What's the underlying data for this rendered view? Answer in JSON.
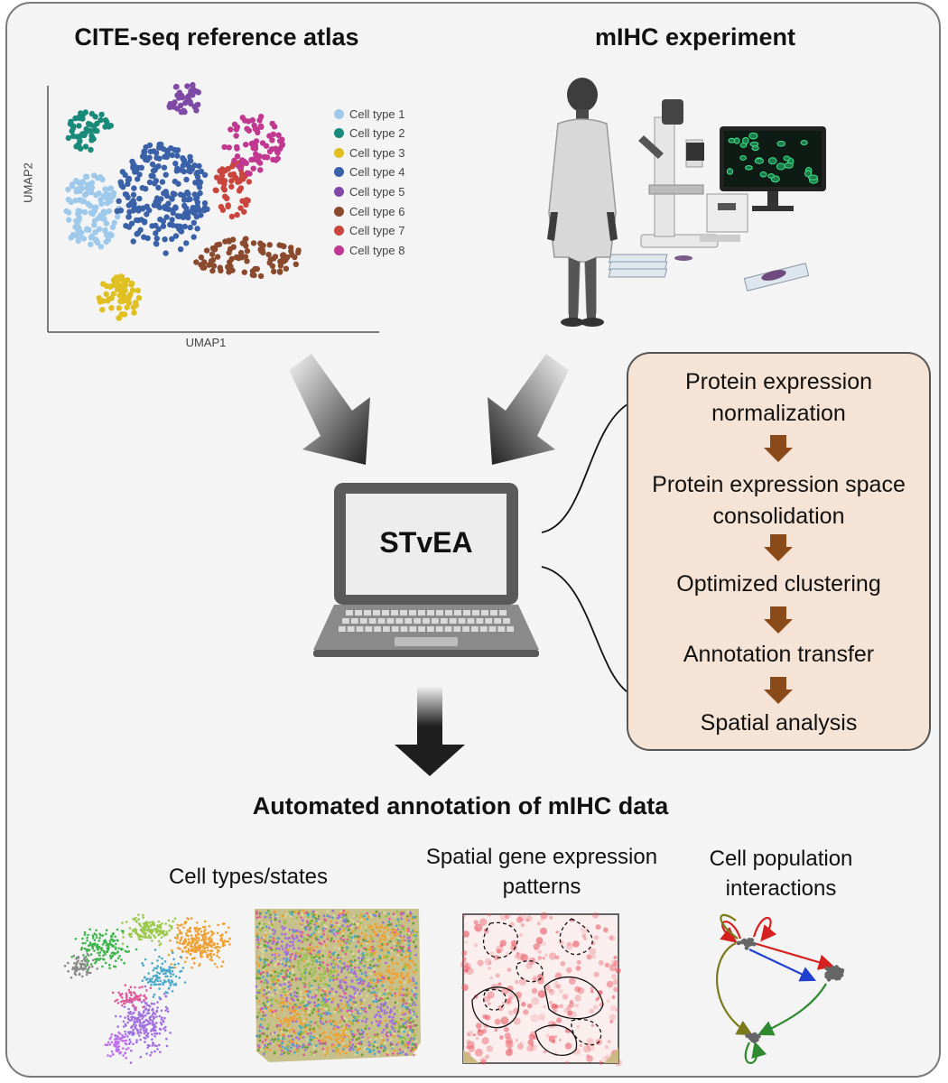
{
  "header": {
    "left_title": "CITE-seq reference atlas",
    "right_title": "mIHC experiment"
  },
  "umap": {
    "x_label": "UMAP1",
    "y_label": "UMAP2",
    "legend": [
      {
        "label": "Cell type 1",
        "color": "#9ec9ea"
      },
      {
        "label": "Cell type 2",
        "color": "#1a8a7a"
      },
      {
        "label": "Cell type 3",
        "color": "#e0c021"
      },
      {
        "label": "Cell type 4",
        "color": "#3b62a8"
      },
      {
        "label": "Cell type 5",
        "color": "#7e4aa6"
      },
      {
        "label": "Cell type 6",
        "color": "#8b4a2e"
      },
      {
        "label": "Cell type 7",
        "color": "#c9453d"
      },
      {
        "label": "Cell type 8",
        "color": "#c0388f"
      }
    ]
  },
  "laptop": {
    "label": "STvEA"
  },
  "workflow": {
    "steps": [
      "Protein expression normalization",
      "Protein expression space consolidation",
      "Optimized clustering",
      "Annotation transfer",
      "Spatial analysis"
    ],
    "arrow_color": "#8b4a1a"
  },
  "results": {
    "title": "Automated annotation of mIHC data",
    "panel_labels": [
      "Cell types/states",
      "Spatial gene expression patterns",
      "Cell population interactions"
    ]
  },
  "colors": {
    "frame_bg": "#f4f4f4",
    "workflow_bg": "#f5e3d5",
    "big_arrow": "#1e1e1e"
  }
}
